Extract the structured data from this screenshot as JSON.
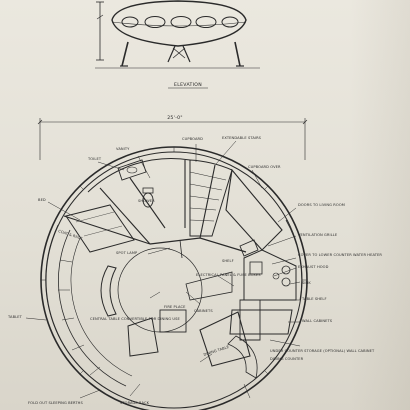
{
  "elevation": {
    "title": "ELEVATION"
  },
  "plan": {
    "overall_dimension": "25'-0\"",
    "labels": {
      "vanity": "VANITY",
      "toilet": "TOILET",
      "shower": "SHOWER",
      "extendable_stairs": "EXTENDABLE STAIRS",
      "bed": "BED",
      "cupboard": "CUPBOARD",
      "coat_rack": "COAT & RACK",
      "cupboard_over": "CUPBOARD OVER",
      "doors_to_living_room": "DOORS TO LIVING ROOM",
      "ventilation_grille": "VENTILATION GRILLE",
      "table_shelf": "TABLE SHELF",
      "spot_lamp": "SPOT LAMP",
      "shelf": "SHELF",
      "cover_to_lower_counter": "COVER TO LOWER COUNTER WATER HEATER",
      "exhaust_hood": "EXHAUST HOOD",
      "dining_counter_right": "DINING COUNTER",
      "sink": "SINK",
      "wall_cabinets": "WALL CABINETS",
      "under_counter_storage": "UNDER COUNTER STORAGE (OPTIONAL) WALL CABINET",
      "fire_place": "FIRE PLACE",
      "central_table": "CENTRAL TABLE CONVERTIBLE FOR DINING USE",
      "cabinets": "CABINETS",
      "dining_table": "DINING TABLE",
      "sleeping_berths": "FOLD OUT SLEEPING BERTHS",
      "tablet": "TABLET",
      "electrical_panel": "ELECTRICAL PANEL & FUSE BOXES",
      "storage_rack": "STORAGE RACK"
    }
  },
  "colors": {
    "paper": "#e6e3da",
    "ink": "#2a2a2a"
  }
}
